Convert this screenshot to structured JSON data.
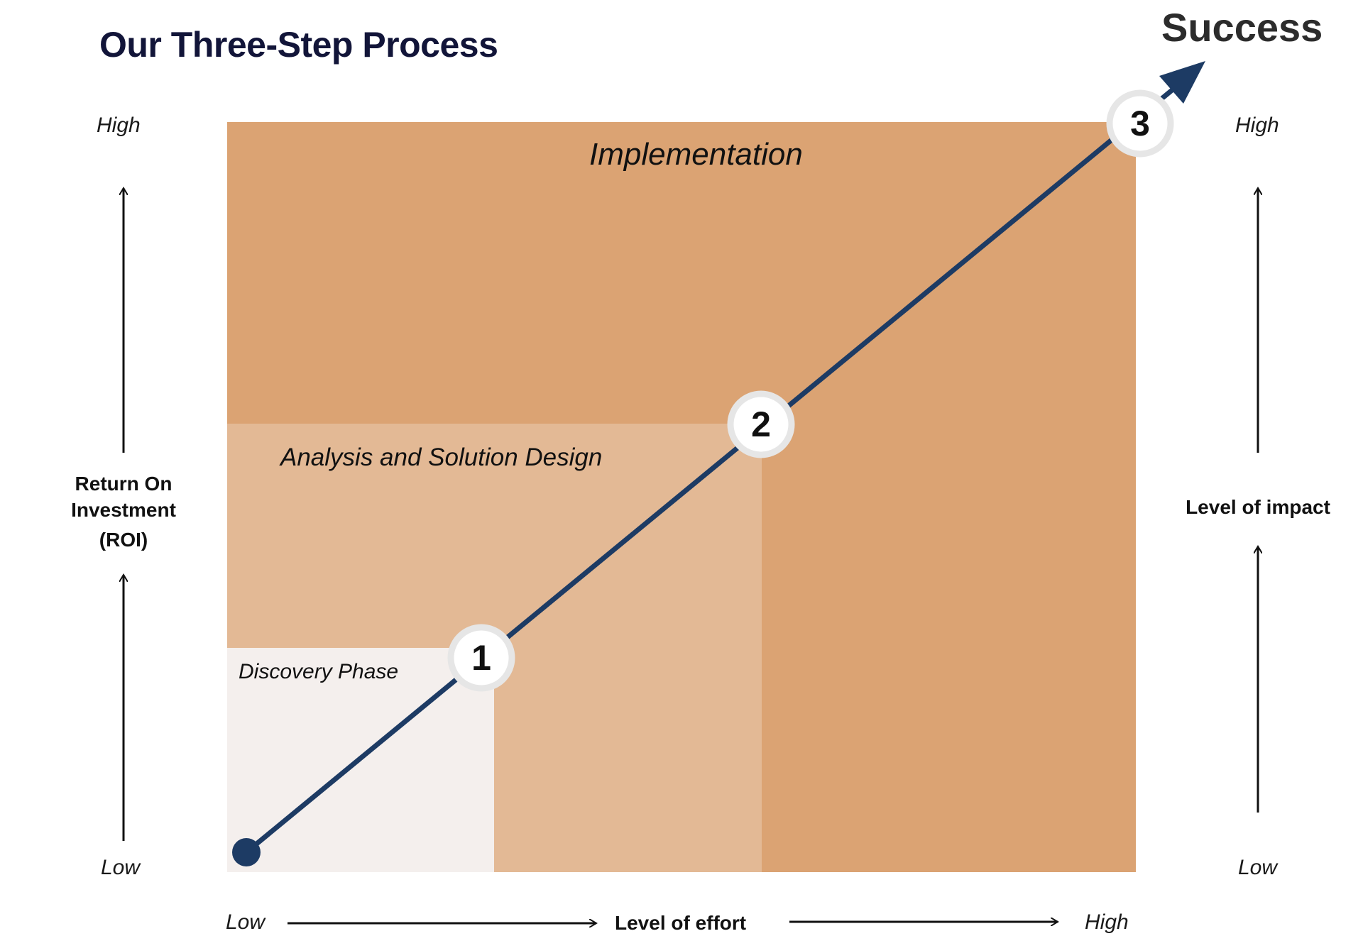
{
  "title": "Our Three-Step Process",
  "goal_label": "Success",
  "left_axis": {
    "high_label": "High",
    "low_label": "Low",
    "title_lines": [
      "Return On",
      "Investment",
      "(ROI)"
    ]
  },
  "right_axis": {
    "high_label": "High",
    "low_label": "Low",
    "title": "Level of impact"
  },
  "bottom_axis": {
    "low_label": "Low",
    "high_label": "High",
    "title": "Level of effort"
  },
  "phases": [
    {
      "name": "Discovery Phase",
      "step": "1",
      "color": "#f4efed"
    },
    {
      "name": "Analysis and Solution Design",
      "step": "2",
      "color": "#e3b995"
    },
    {
      "name": "Implementation",
      "step": "3",
      "color": "#dba373"
    }
  ],
  "colors": {
    "path": "#1d3b64",
    "badge_fill": "#ffffff",
    "badge_ring": "#e6e6e6",
    "title": "#121539"
  }
}
